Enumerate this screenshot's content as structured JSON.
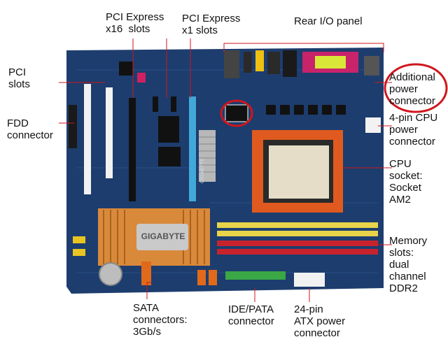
{
  "labels": {
    "pcie_x16": "PCI Express\nx16  slots",
    "pcie_x1": "PCI Express\nx1 slots",
    "rear_io": "Rear I/O panel",
    "pci": "PCI\nslots",
    "fdd": "FDD\nconnector",
    "additional_power": "Additional\npower\nconnector",
    "cpu_4pin": "4-pin CPU\npower\nconnector",
    "cpu_socket": "CPU\nsocket:\nSocket\nAM2",
    "memory": "Memory\nslots:\ndual\nchannel\nDDR2",
    "sata": "SATA\nconnectors:\n3Gb/s",
    "ide": "IDE/PATA\nconnector",
    "atx_power": "24-pin\nATX power\nconnector"
  },
  "board": {
    "brand": "GIGABYTE",
    "silk_brand": "GIGABYTE"
  },
  "colors": {
    "pcb": "#1d3d6e",
    "callout": "#d0161c",
    "pci_slot": "#f2f2f2",
    "pcie_x16_slot": "#41a8d8",
    "socket": "#e05a1f",
    "dimm_yellow": "#e8d34a",
    "dimm_red": "#c8232d",
    "ide": "#39a845",
    "heatsink": "#d9893a"
  }
}
